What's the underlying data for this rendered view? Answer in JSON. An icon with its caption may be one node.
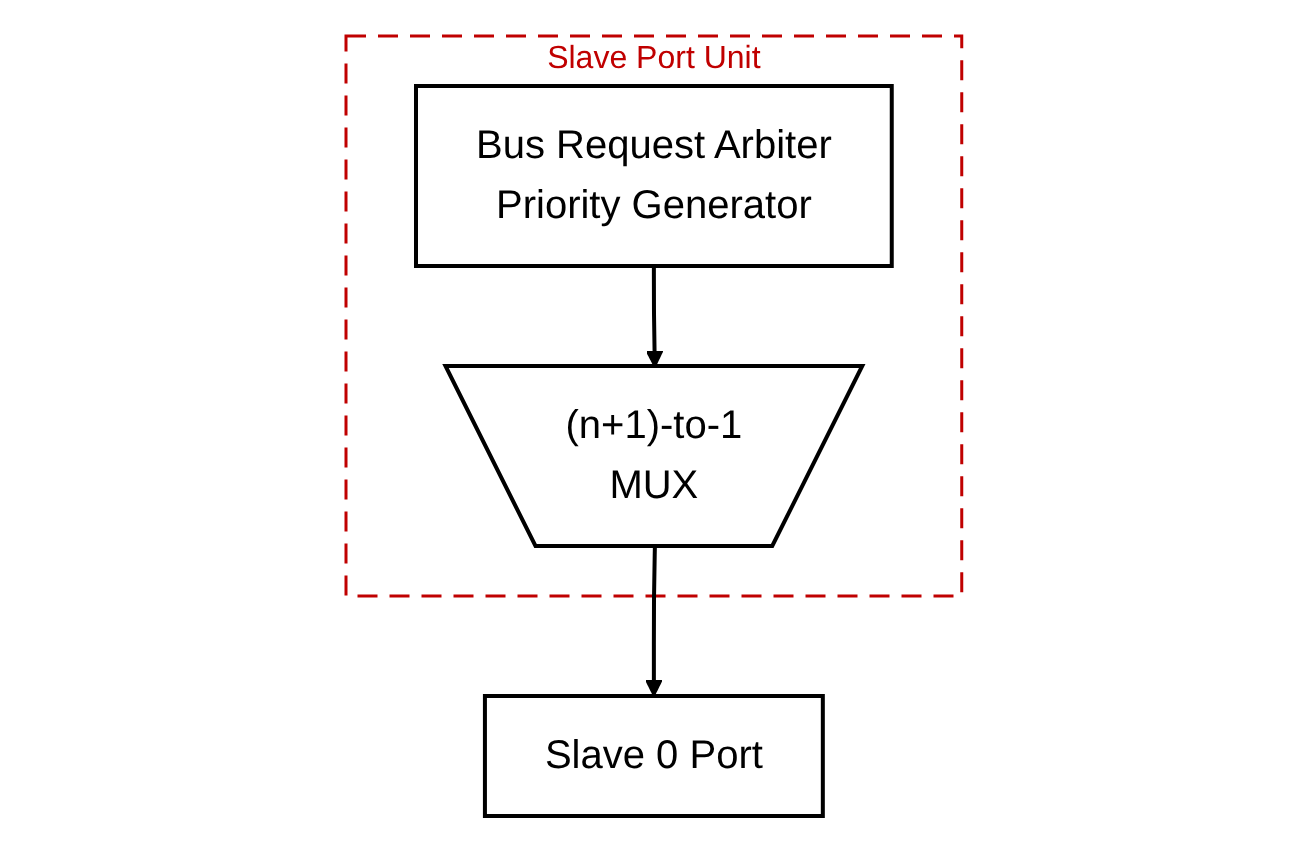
{
  "diagram": {
    "nodes": [
      {
        "text": [
          "Slave Port Unit"
        ]
      },
      {
        "text": [
          "Bus Request Arbiter",
          "Priority Generator"
        ],
        "in": 0
      },
      {
        "text": [
          "(n+1)-to-1",
          "MUX"
        ],
        "in": 0
      },
      {
        "text": [
          "Slave 0 Port"
        ]
      }
    ],
    "edges": [
      {
        "from": 1,
        "to": 2,
        "arrow": "to"
      },
      {
        "from": 2,
        "to": 3,
        "arrow": "to"
      }
    ]
  }
}
